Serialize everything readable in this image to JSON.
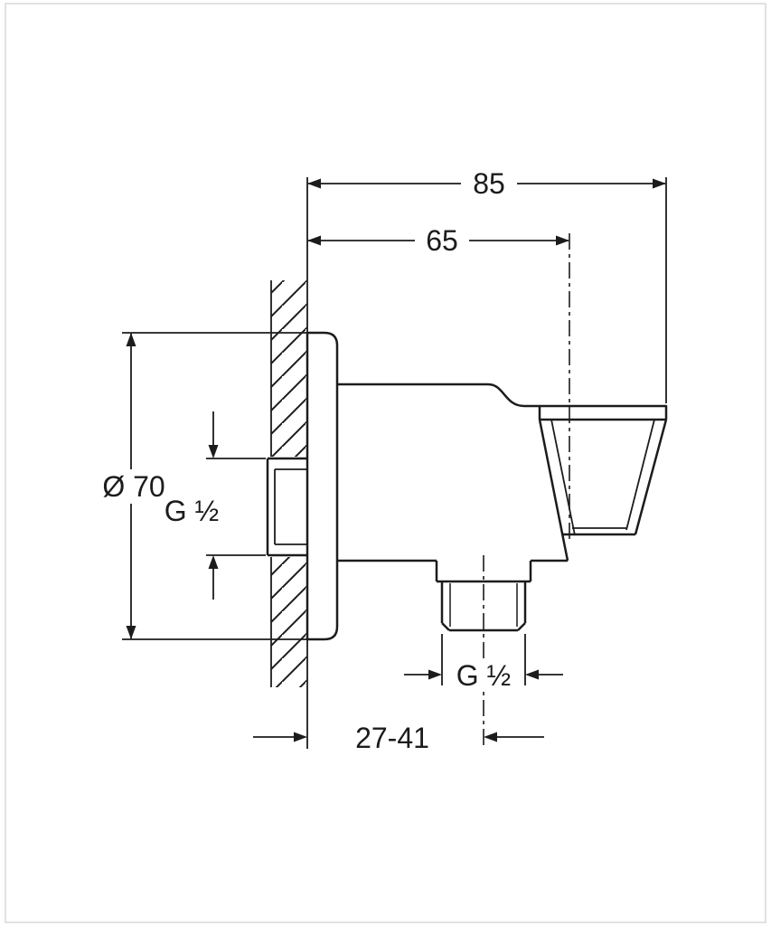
{
  "figure": {
    "kind": "technical-dimension-drawing",
    "subject": "wall-mounted shower outlet elbow with hand shower holder",
    "background_color": "#ffffff",
    "line_color": "#1c1c1c",
    "frame_color": "#d9d9d9"
  },
  "dimensions": {
    "total_depth": "85",
    "depth_to_holder_axis": "65",
    "flange_diameter": "Ø 70",
    "inlet_thread": "G ½",
    "outlet_thread": "G ½",
    "installation_depth_range": "27-41"
  }
}
